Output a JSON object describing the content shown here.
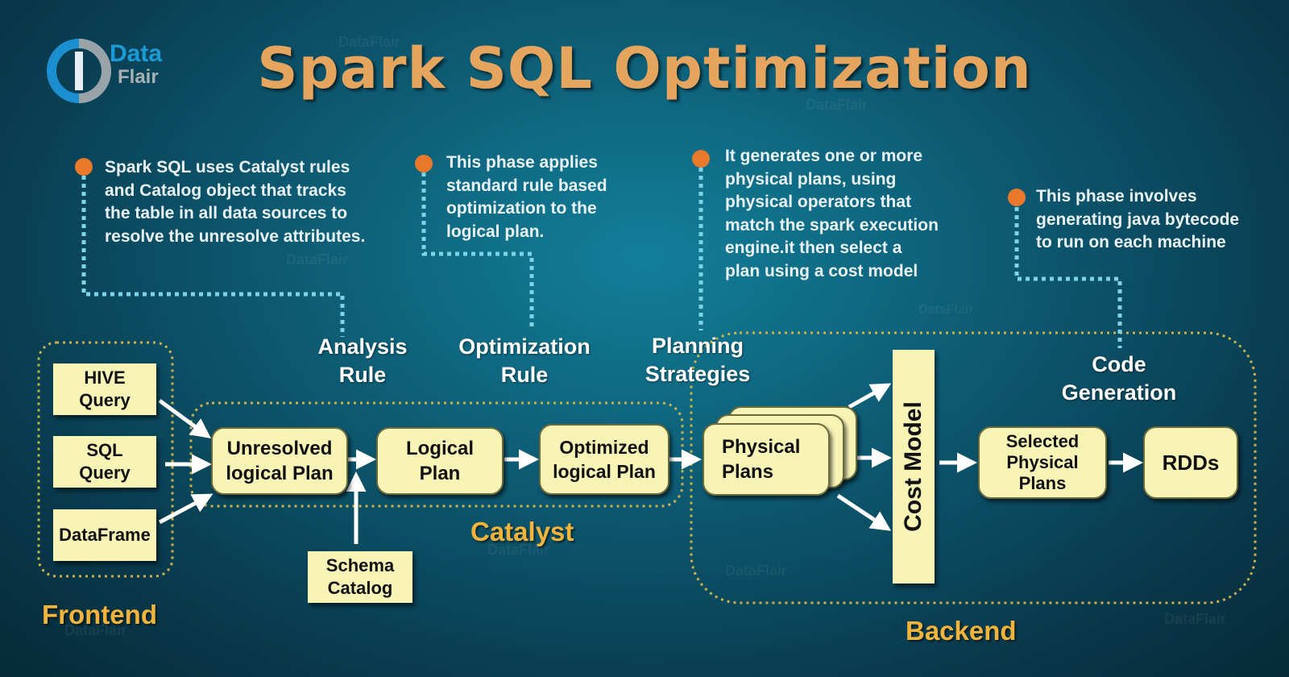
{
  "logo": {
    "line1": "Data",
    "line2": "Flair"
  },
  "title": "Spark SQL Optimization",
  "notes": {
    "analysis": "Spark SQL uses Catalyst rules\nand  Catalog object that tracks\nthe table in all data sources to\n resolve the unresolve attributes.",
    "optimization": "This phase applies\nstandard rule based\noptimization to the\nlogical plan.",
    "planning": "It generates one or more\nphysical plans, using\nphysical operators that\nmatch the spark execution\nengine.it then select a\nplan using a cost model",
    "codegen": "This phase involves\n generating java bytecode\n to run on each machine"
  },
  "stages": {
    "analysis": "Analysis\nRule",
    "optimization": "Optimization\nRule",
    "planning": "Planning\nStrategies",
    "codegen": "Code\nGeneration"
  },
  "boxes": {
    "hive": "HIVE\nQuery",
    "sql": "SQL\nQuery",
    "dataframe": "DataFrame",
    "unresolved": "Unresolved\nlogical Plan",
    "logical": "Logical\nPlan",
    "optimized": "Optimized\nlogical Plan",
    "schema": "Schema\nCatalog",
    "physical": "Physical\nPlans",
    "cost_model": "Cost Model",
    "selected": "Selected\nPhysical\nPlans",
    "rdds": "RDDs"
  },
  "sections": {
    "frontend": "Frontend",
    "catalyst": "Catalyst",
    "backend": "Backend"
  },
  "watermark": "DataFlair",
  "colors": {
    "title": "#e6a55e",
    "box_fill": "#f8f4b6",
    "section_label": "#f0b43c",
    "bullet": "#e8782a",
    "connector": "#7fd3e6",
    "dotted_border": "#c9b24a"
  }
}
